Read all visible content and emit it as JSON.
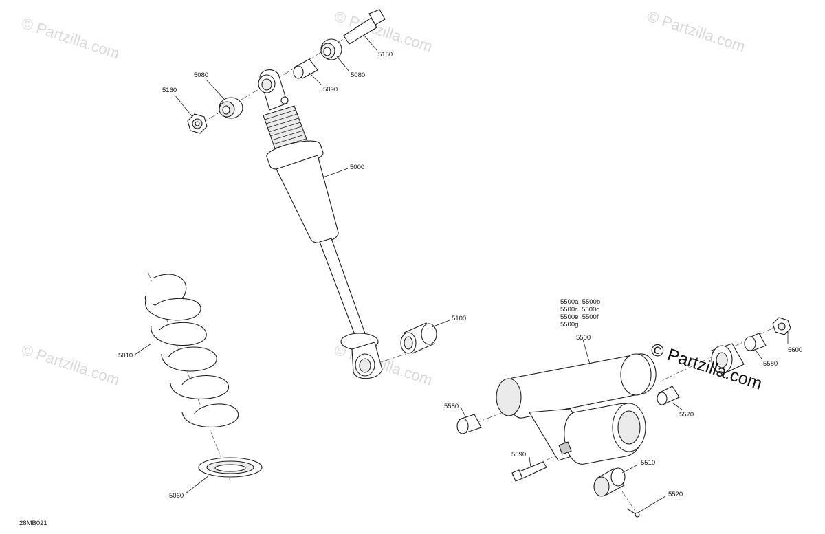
{
  "diagram": {
    "figure_code": "28MB021",
    "watermark_text": "© Partzilla.com",
    "watermark_color": "#d9d9d9",
    "callouts": {
      "c5150": "5150",
      "c5080_top": "5080",
      "c5090": "5090",
      "c5080_left": "5080",
      "c5160": "5160",
      "c5000": "5000",
      "c5100": "5100",
      "c5010": "5010",
      "c5060": "5060",
      "c5500_variants_1": "5500a  5500b",
      "c5500_variants_2": "5500c  5500d",
      "c5500_variants_3": "5500e  5500f",
      "c5500_variants_4": "5500g",
      "c5500": "5500",
      "c5600": "5600",
      "c5580_right": "5580",
      "c5570": "5570",
      "c5580_left": "5580",
      "c5590": "5590",
      "c5510": "5510",
      "c5520": "5520"
    }
  }
}
